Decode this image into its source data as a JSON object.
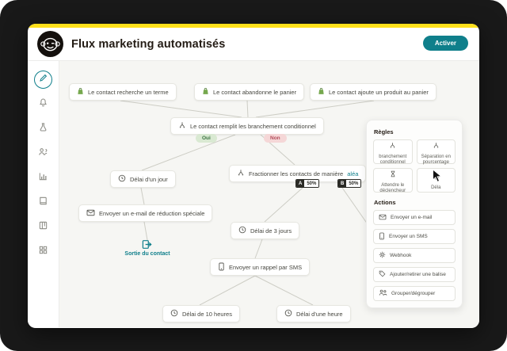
{
  "colors": {
    "brand_yellow": "#ffe01b",
    "accent_teal": "#0f7f8b",
    "success_green": "#3a7440",
    "error_red": "#b44d5c",
    "shopify_green": "#76a84e",
    "canvas_bg": "#f6f6f3"
  },
  "window": {
    "title": "Flux marketing automatisés",
    "activate_label": "Activer"
  },
  "sidebar": {
    "items": [
      {
        "icon": "pencil-icon",
        "selected": true
      },
      {
        "icon": "bell-icon"
      },
      {
        "icon": "flask-icon"
      },
      {
        "icon": "users-icon"
      },
      {
        "icon": "chart-icon"
      },
      {
        "icon": "book-icon"
      },
      {
        "icon": "kanban-icon"
      },
      {
        "icon": "grid-icon"
      }
    ]
  },
  "flow": {
    "triggers": [
      {
        "icon": "shopify-bag-icon",
        "label": "Le contact recherche un terme"
      },
      {
        "icon": "shopify-bag-icon",
        "label": "Le contact abandonne le panier"
      },
      {
        "icon": "shopify-bag-icon",
        "label": "Le contact ajoute un produit au panier"
      }
    ],
    "conditional": {
      "icon": "branch-icon",
      "label": "Le contact remplit les branchement conditionnel",
      "yes_label": "Oui",
      "no_label": "Non"
    },
    "delay_one_day": {
      "icon": "clock-icon",
      "label": "Délai d'un jour"
    },
    "split": {
      "icon": "branch-icon",
      "label": "Fractionner les contacts de manière ",
      "label_highlight": "aléa",
      "a_letter": "A",
      "a_percent": "50%",
      "b_letter": "B",
      "b_percent": "50%"
    },
    "email_discount": {
      "icon": "envelope-icon",
      "label": "Envoyer un e-mail de réduction spéciale"
    },
    "delay_three_days": {
      "icon": "clock-icon",
      "label": "Délai de 3 jours"
    },
    "exit": {
      "icon": "exit-icon",
      "label": "Sortie du contact"
    },
    "sms_reminder": {
      "icon": "phone-icon",
      "label": "Envoyer un rappel par SMS"
    },
    "delay_ten_hours": {
      "icon": "clock-icon",
      "label": "Délai de 10 heures"
    },
    "delay_one_hour": {
      "icon": "clock-icon",
      "label": "Délai d'une heure"
    }
  },
  "panel": {
    "rules_title": "Règles",
    "rules": [
      {
        "icon": "branch-icon",
        "label": "branchement conditionnel"
      },
      {
        "icon": "percent-split-icon",
        "label": "Séparation en pourcentage"
      },
      {
        "icon": "hourglass-icon",
        "label": "Attendre le déclencheur"
      },
      {
        "icon": "clock-icon",
        "label": "Déla"
      }
    ],
    "actions_title": "Actions",
    "actions": [
      {
        "icon": "envelope-icon",
        "label": "Envoyer un e-mail"
      },
      {
        "icon": "phone-icon",
        "label": "Envoyer un SMS"
      },
      {
        "icon": "webhook-icon",
        "label": "Webhook"
      },
      {
        "icon": "tag-icon",
        "label": "Ajouter/retirer une balise"
      },
      {
        "icon": "people-icon",
        "label": "Grouper/dégrouper"
      }
    ]
  }
}
